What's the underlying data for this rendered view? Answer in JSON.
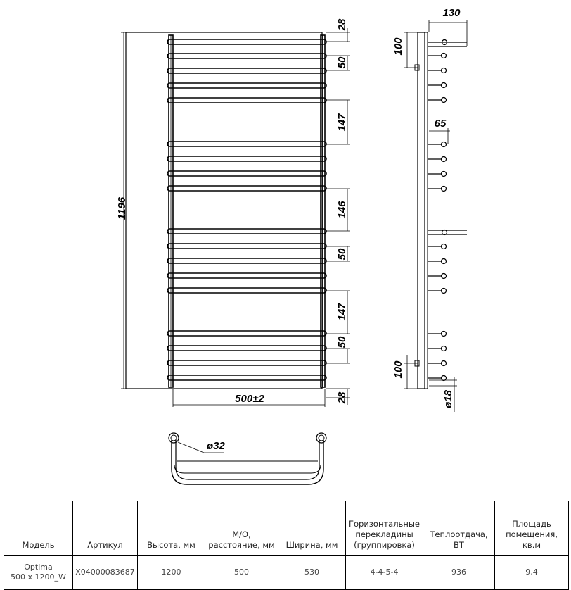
{
  "drawing": {
    "front_view": {
      "overall_height": "1196",
      "width": "500±2",
      "top_gap": "28",
      "bottom_gap": "28",
      "spacing_50_a": "50",
      "spacing_147_a": "147",
      "spacing_146": "146",
      "spacing_50_b": "50",
      "spacing_147_b": "147",
      "spacing_50_c": "50"
    },
    "side_view": {
      "depth": "130",
      "top_offset": "100",
      "rung_depth": "65",
      "bottom_offset": "100",
      "rung_diameter": "ø18"
    },
    "top_view": {
      "pipe_diameter": "ø32"
    }
  },
  "spec_table": {
    "headers": {
      "model": "Модель",
      "article": "Артикул",
      "height": "Высота, мм",
      "center_distance": "М/О, расстояние, мм",
      "width": "Ширина, мм",
      "rungs": "Горизонтальные перекладины (группировка)",
      "heat_output": "Теплоотдача, ВТ",
      "room_area": "Площадь помещения, кв.м"
    },
    "row": {
      "model_name": "Optima",
      "model_size": "500 x 1200_W",
      "article": "X04000083687",
      "height": "1200",
      "center_distance": "500",
      "width": "530",
      "rungs": "4-4-5-4",
      "heat_output": "936",
      "room_area": "9,4"
    }
  }
}
